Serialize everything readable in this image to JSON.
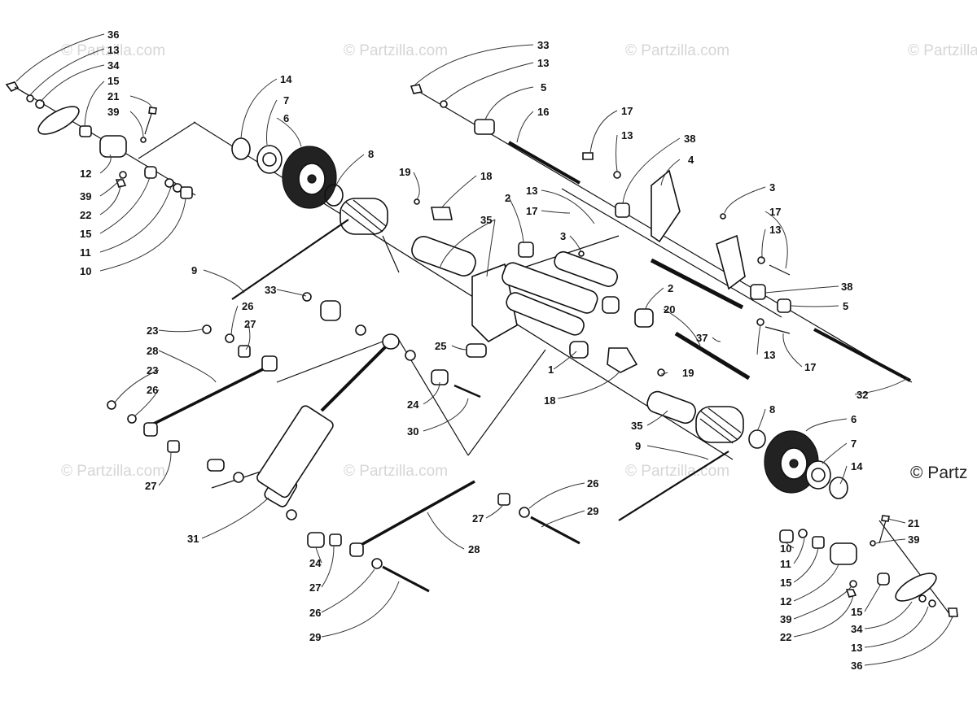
{
  "watermarks": {
    "small": "© Partzilla.com",
    "large": "© Partz"
  },
  "callouts": {
    "c36a": "36",
    "c13a": "13",
    "c34a": "34",
    "c15a": "15",
    "c21a": "21",
    "c39a": "39",
    "c12a": "12",
    "c39b": "39",
    "c22a": "22",
    "c15b": "15",
    "c11a": "11",
    "c10a": "10",
    "c14a": "14",
    "c7a": "7",
    "c6a": "6",
    "c8a": "8",
    "c9a": "9",
    "c33a": "33",
    "c13b": "13",
    "c5a": "5",
    "c16": "16",
    "c17a": "17",
    "c13c": "13",
    "c38a": "38",
    "c4": "4",
    "c19a": "19",
    "c18a": "18",
    "c2a": "2",
    "c35a": "35",
    "c13d": "13",
    "c17b": "17",
    "c3a": "3",
    "c3b": "3",
    "c17c": "17",
    "c13e": "13",
    "c38b": "38",
    "c5b": "5",
    "c2b": "2",
    "c20": "20",
    "c37": "37",
    "c13f": "13",
    "c17d": "17",
    "c32": "32",
    "c33b": "33",
    "c26a": "26",
    "c27a": "27",
    "c23a": "23",
    "c28a": "28",
    "c23b": "23",
    "c26b": "26",
    "c25": "25",
    "c1": "1",
    "c19b": "19",
    "c18b": "18",
    "c24a": "24",
    "c30": "30",
    "c35b": "35",
    "c9b": "9",
    "c8b": "8",
    "c6b": "6",
    "c7b": "7",
    "c14b": "14",
    "c27b": "27",
    "c31": "31",
    "c26c": "26",
    "c27c": "27",
    "c29a": "29",
    "c28b": "28",
    "c24b": "24",
    "c27d": "27",
    "c26d": "26",
    "c29b": "29",
    "c10b": "10",
    "c21b": "21",
    "c39c": "39",
    "c11b": "11",
    "c15c": "15",
    "c12b": "12",
    "c39d": "39",
    "c22b": "22",
    "c15d": "15",
    "c34b": "34",
    "c13g": "13",
    "c36b": "36"
  }
}
